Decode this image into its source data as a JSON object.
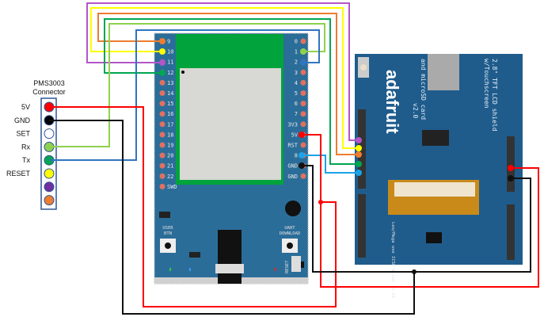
{
  "pms_connector": {
    "title_line1": "PMS3003",
    "title_line2": "Connector",
    "pins": [
      {
        "label": "5V",
        "color": "#ff0000"
      },
      {
        "label": "GND",
        "color": "#000000"
      },
      {
        "label": "SET",
        "color": "#ffffff"
      },
      {
        "label": "Rx",
        "color": "#8fd14f"
      },
      {
        "label": "Tx",
        "color": "#00a650"
      },
      {
        "label": "RESET",
        "color": "#ffff00"
      },
      {
        "label": "",
        "color": "#7030a0"
      },
      {
        "label": "",
        "color": "#ed7d31"
      }
    ]
  },
  "board": {
    "left_pins": [
      "9",
      "10",
      "11",
      "12",
      "13",
      "14",
      "15",
      "16",
      "17",
      "18",
      "19",
      "20",
      "21",
      "22",
      "SWD"
    ],
    "right_pins": [
      "0",
      "1",
      "2",
      "3",
      "4",
      "5",
      "6",
      "7",
      "3V3",
      "5V",
      "RST",
      "8",
      "GND",
      "GND"
    ],
    "user_btn_line1": "USER",
    "user_btn_line2": "BTN",
    "uart_line1": "UART",
    "uart_line2": "DOWNLOAD",
    "reset_label": "RESET",
    "colors": {
      "pcb": "#2b6d99",
      "module": "#00a33c",
      "shield": "#1f5c8c"
    }
  },
  "shield": {
    "brand": "adafruit",
    "title_line1": "2.8\" TFT LCD shield",
    "title_line2": "w/Touchscreen",
    "subtitle": "and microSD card",
    "version": "v2.0",
    "note": "Leo/Mega use ICSP & cut 11-13"
  },
  "wire_colors": {
    "purple": "#b455c8",
    "yellow": "#ffff00",
    "orange": "#ed7d31",
    "green": "#00a650",
    "light_green": "#8fd14f",
    "blue": "#2f75c0",
    "light_blue": "#1aa3e8",
    "red": "#ff0000",
    "black": "#111111"
  }
}
